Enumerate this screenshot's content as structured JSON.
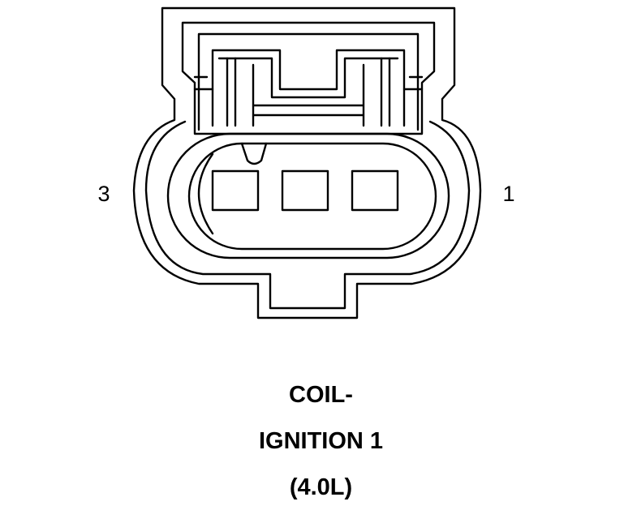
{
  "pin_labels": {
    "left": "3",
    "right": "1"
  },
  "caption": {
    "line1": "COIL-",
    "line2": "IGNITION 1",
    "line3": "(4.0L)"
  },
  "colors": {
    "line": "#000000",
    "background": "#ffffff"
  }
}
